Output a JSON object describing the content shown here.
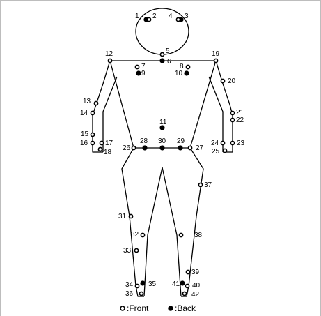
{
  "figure": {
    "colors": {
      "ink": "#000000",
      "front_fill": "#ffffff",
      "back_fill": "#000000"
    },
    "markers": [
      {
        "label": "1",
        "side": "back"
      },
      {
        "label": "2",
        "side": "front"
      },
      {
        "label": "3",
        "side": "back"
      },
      {
        "label": "4",
        "side": "front"
      },
      {
        "label": "5",
        "side": "front"
      },
      {
        "label": "6",
        "side": "back"
      },
      {
        "label": "7",
        "side": "front"
      },
      {
        "label": "8",
        "side": "front"
      },
      {
        "label": "9",
        "side": "back"
      },
      {
        "label": "10",
        "side": "back"
      },
      {
        "label": "11",
        "side": "back"
      },
      {
        "label": "12",
        "side": "front"
      },
      {
        "label": "13",
        "side": "front"
      },
      {
        "label": "14",
        "side": "front"
      },
      {
        "label": "15",
        "side": "front"
      },
      {
        "label": "16",
        "side": "front"
      },
      {
        "label": "17",
        "side": "front"
      },
      {
        "label": "18",
        "side": "front"
      },
      {
        "label": "19",
        "side": "front"
      },
      {
        "label": "20",
        "side": "front"
      },
      {
        "label": "21",
        "side": "front"
      },
      {
        "label": "22",
        "side": "front"
      },
      {
        "label": "23",
        "side": "front"
      },
      {
        "label": "24",
        "side": "front"
      },
      {
        "label": "25",
        "side": "front"
      },
      {
        "label": "26",
        "side": "front"
      },
      {
        "label": "27",
        "side": "front"
      },
      {
        "label": "28",
        "side": "back"
      },
      {
        "label": "29",
        "side": "back"
      },
      {
        "label": "30",
        "side": "back"
      },
      {
        "label": "31",
        "side": "front"
      },
      {
        "label": "32",
        "side": "front"
      },
      {
        "label": "33",
        "side": "front"
      },
      {
        "label": "34",
        "side": "front"
      },
      {
        "label": "35",
        "side": "back"
      },
      {
        "label": "36",
        "side": "front"
      },
      {
        "label": "37",
        "side": "front"
      },
      {
        "label": "38",
        "side": "front"
      },
      {
        "label": "39",
        "side": "front"
      },
      {
        "label": "40",
        "side": "front"
      },
      {
        "label": "41",
        "side": "back"
      },
      {
        "label": "42",
        "side": "front"
      }
    ]
  },
  "legend": {
    "front_label": ":Front",
    "back_label": ":Back"
  }
}
